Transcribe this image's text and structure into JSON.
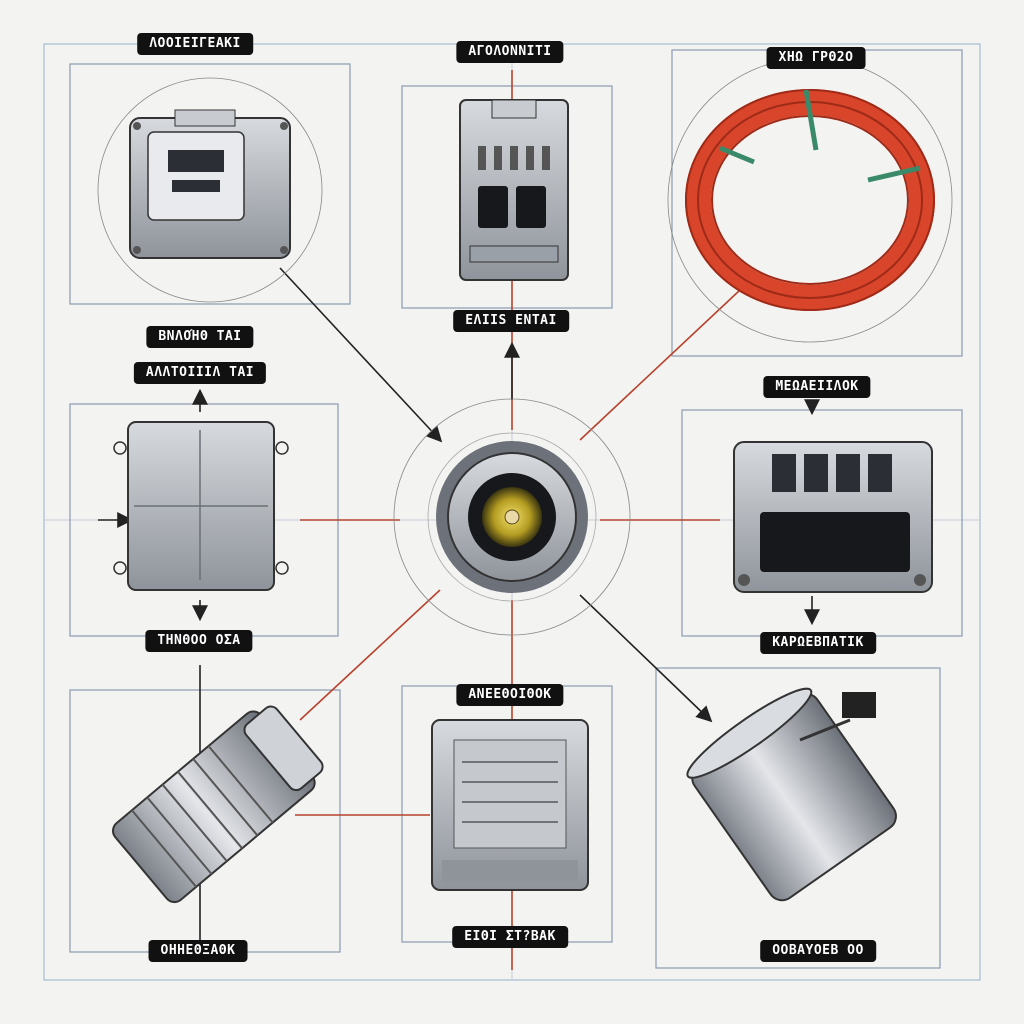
{
  "labels": {
    "top_left": "ΛΟΟΙΕΙΓΕΑΚΙ",
    "top_center": "ΑΓΟΛΟΝΝΙΤΙ",
    "top_right": "ΧΗΩ ΓΡΘ2Ο",
    "center_up": "ΕΛΙΙS ΕΝΤΑΙ",
    "left_a": "ΒΝΛΟΉΘ ΤΑΙ",
    "left_b": "ΑΛΛΤΟΙΙΙΛ ΤΑΙ",
    "right_mid": "ΜΕΩΑΕΙΙΛΟΚ",
    "left_lower": "ΤΗΝΘΟΟ ΟΣΑ",
    "right_lower": "ΚΑΡΩΕΒΠΑΤΙΚ",
    "bottom_center_top": "ΑΝΕΕΘΟΙΘΟΚ",
    "bottom_left": "ΟΗΗΕΘΞΑΘΚ",
    "bottom_center": "ΕΙΘΙ ΣΤ?ΒΑΚ",
    "bottom_right": "ΟΟΒΑΥΟΕΒ ΟΟ"
  },
  "colors": {
    "wire": "#b8432c",
    "coil": "#d9452a",
    "metal": "#a9adb3",
    "lens": "#c9b534"
  }
}
